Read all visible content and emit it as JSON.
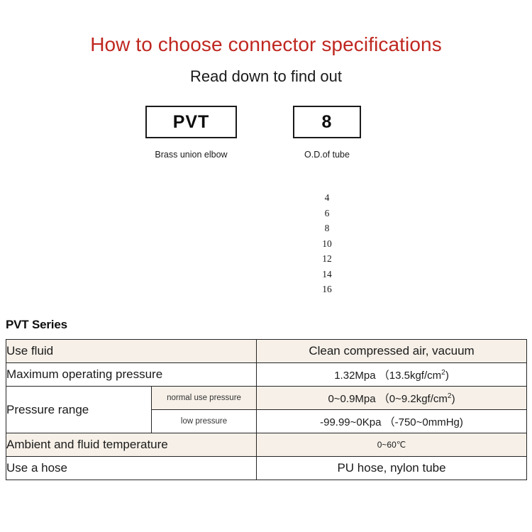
{
  "header": {
    "title": "How to choose connector specifications",
    "subtitle": "Read down to find out",
    "title_color": "#BF2720"
  },
  "code_boxes": [
    {
      "code": "PVT",
      "caption": "Brass union elbow"
    },
    {
      "code": "8",
      "caption": "O.D.of tube"
    }
  ],
  "size_options": [
    "4",
    "6",
    "8",
    "10",
    "12",
    "14",
    "16"
  ],
  "series": {
    "label": "PVT Series"
  },
  "spec_table": {
    "shade_color": "#F6F0E8",
    "rows": [
      {
        "label": "Use fluid",
        "value": "Clean compressed air, vacuum"
      },
      {
        "label": "Maximum operating pressure",
        "value_main": "1.32Mpa",
        "value_paren_open": "（13.5kgf/cm",
        "value_sup": "2",
        "value_paren_close": ")"
      },
      {
        "label": "Pressure range",
        "sub_rows": [
          {
            "sub_label": "normal use pressure",
            "value_main": "0~0.9Mpa",
            "value_paren_open": "（0~9.2kgf/cm",
            "value_sup": "2",
            "value_paren_close": ")"
          },
          {
            "sub_label": "low pressure",
            "value_main": "-99.99~0Kpa",
            "value_paren_open": "（-750~0mmHg",
            "value_sup": "",
            "value_paren_close": ")"
          }
        ]
      },
      {
        "label": "Ambient and fluid temperature",
        "value": "0~60℃"
      },
      {
        "label": "Use a hose",
        "value": "PU hose, nylon tube"
      }
    ]
  }
}
